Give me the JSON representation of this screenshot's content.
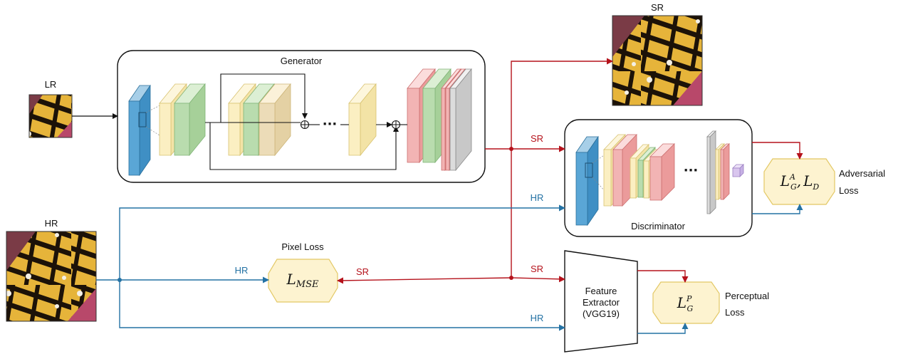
{
  "labels": {
    "lr": "LR",
    "hr": "HR",
    "sr_output": "SR",
    "generator": "Generator",
    "discriminator": "Discriminator",
    "pixel_loss": "Pixel Loss",
    "feature_extractor": [
      "Feature",
      "Extractor",
      "(VGG19)"
    ],
    "adversarial_loss": [
      "Adversarial",
      "Loss"
    ],
    "perceptual_loss": [
      "Perceptual",
      "Loss"
    ],
    "edge_sr": "SR",
    "edge_hr": "HR",
    "ellipsis": "···"
  },
  "losses": {
    "mse": {
      "base": "L",
      "sub": "MSE"
    },
    "adversarial": {
      "base1": "L",
      "sup1": "A",
      "sub1": "G",
      "sep": ",",
      "base2": "L",
      "sub2": "D"
    },
    "perceptual": {
      "base": "L",
      "sup": "P",
      "sub": "G"
    }
  },
  "colors": {
    "red_arrow": "#b5121b",
    "blue_arrow": "#2472a4",
    "loss_fill": "#fdf3d0",
    "loss_stroke": "#e3c865",
    "layer_blue": "#5aa6d6",
    "layer_yellow": "#fbefc2",
    "layer_green": "#b9dcae",
    "layer_tan": "#ecdcb8",
    "layer_red": "#f2b4b4",
    "layer_gray": "#dcdcdc",
    "layer_purple": "#d9c6ee"
  }
}
